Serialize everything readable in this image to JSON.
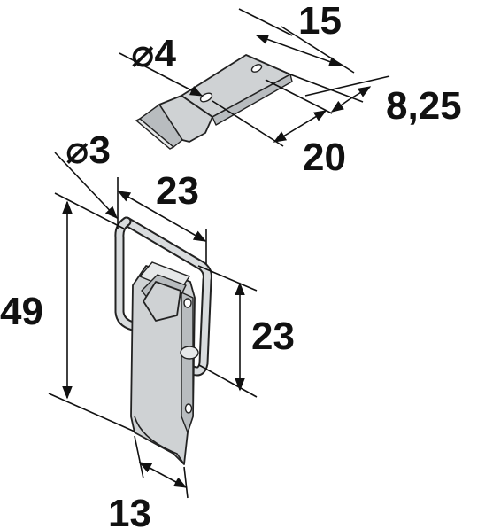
{
  "dimensions": {
    "top_width": "15",
    "top_hole": "⌀4",
    "top_height": "8,25",
    "top_length": "20",
    "bottom_hole": "⌀3",
    "bottom_width": "23",
    "bottom_total": "49",
    "bottom_height": "23",
    "bottom_base": "13"
  }
}
